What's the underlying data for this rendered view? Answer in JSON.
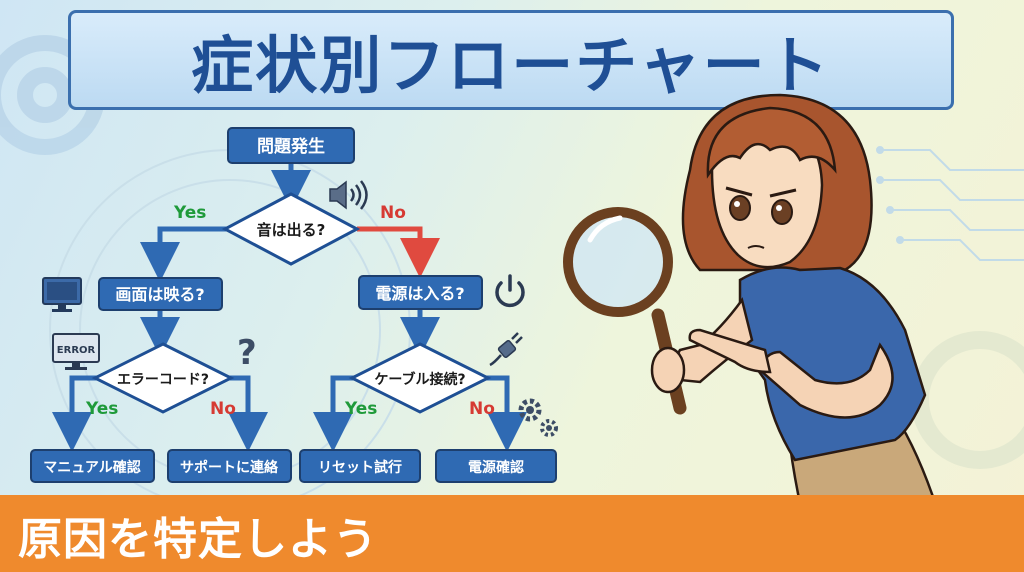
{
  "title": "症状別フローチャート",
  "banner": "原因を特定しよう",
  "flowchart": {
    "start": "問題発生",
    "q_sound": "音は出る?",
    "q_screen": "画面は映る?",
    "q_power": "電源は入る?",
    "q_error": "エラーコード?",
    "q_cable": "ケーブル接続?",
    "end_manual": "マニュアル確認",
    "end_support": "サポートに連絡",
    "end_reset": "リセット試行",
    "end_power": "電源確認",
    "yes": "Yes",
    "no": "No",
    "error_icon_text": "ERROR"
  },
  "colors": {
    "node_fill": "#2f6ab3",
    "arrow_blue": "#2f6ab3",
    "arrow_red": "#e04a3f",
    "yes_green": "#1f9a3a",
    "no_red": "#d63a33",
    "banner_orange": "#ef8a2d",
    "title_text": "#1f4f95"
  },
  "icons": [
    "speaker-icon",
    "power-icon",
    "monitor-icon",
    "error-monitor-icon",
    "question-icon",
    "plug-icon",
    "gears-icon",
    "magnifying-glass-icon"
  ]
}
